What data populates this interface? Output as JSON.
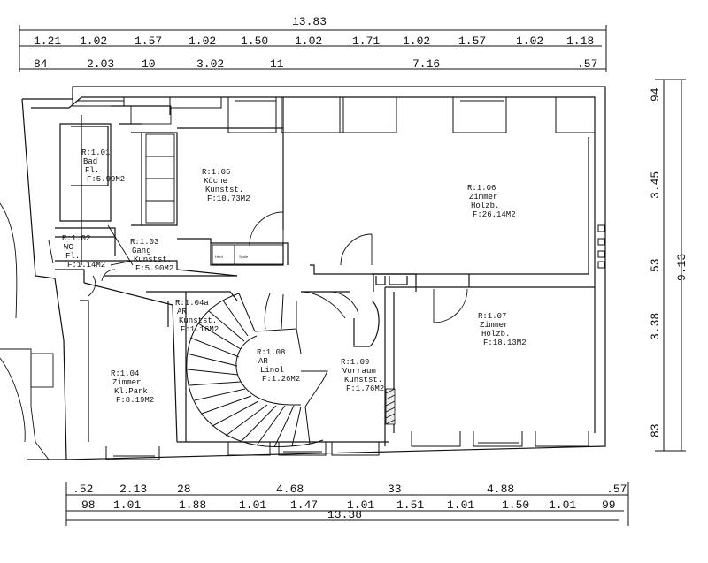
{
  "top_dimensions": {
    "total": "13.83",
    "row1": [
      "1.21",
      "1.02",
      "1.57",
      "1.02",
      "1.50",
      "1.02",
      "1.71",
      "1.02",
      "1.57",
      "1.02",
      "1.18"
    ],
    "row2": [
      "84",
      "2.03",
      "10",
      "3.02",
      "11",
      "7.16",
      ".57"
    ]
  },
  "bottom_dimensions": {
    "row1": [
      ".52",
      "2.13",
      "28",
      "4.68",
      "33",
      "4.88",
      ".57"
    ],
    "row2": [
      "98",
      "1.01",
      "1.88",
      "1.01",
      "1.47",
      "1.01",
      "1.51",
      "1.01",
      "1.50",
      "1.01",
      "99"
    ],
    "total": "13.38"
  },
  "right_dimensions": {
    "segments": [
      "94",
      "3.45",
      "53",
      "3.38",
      "83"
    ],
    "total": "9.13"
  },
  "rooms": [
    {
      "id": "r101",
      "lines": [
        "R:1.01",
        "Bad",
        "Fl.",
        "F:5.99M2"
      ]
    },
    {
      "id": "r102",
      "lines": [
        "R:1.02",
        "WC",
        "Fl.",
        "F:1.14M2"
      ]
    },
    {
      "id": "r103",
      "lines": [
        "R:1.03",
        "Gang",
        "Kunstst.",
        "F:5.90M2"
      ]
    },
    {
      "id": "r104",
      "lines": [
        "R:1.04",
        "Zimmer",
        "Kl.Park.",
        "F:8.19M2"
      ]
    },
    {
      "id": "r104a",
      "lines": [
        "R:1.04a",
        "AR",
        "Kunstst.",
        "F:1.16M2"
      ]
    },
    {
      "id": "r105",
      "lines": [
        "R:1.05",
        "Küche",
        "Kunstst.",
        "F:10.73M2"
      ]
    },
    {
      "id": "r106",
      "lines": [
        "R:1.06",
        "Zimmer",
        "Holzb.",
        "F:26.14M2"
      ]
    },
    {
      "id": "r107",
      "lines": [
        "R:1.07",
        "Zimmer",
        "Holzb.",
        "F:18.13M2"
      ]
    },
    {
      "id": "r108",
      "lines": [
        "R:1.08",
        "AR",
        "Linol",
        "F:1.26M2"
      ]
    },
    {
      "id": "r109",
      "lines": [
        "R:1.09",
        "Vorraum",
        "Kunstst.",
        "F:1.76M2"
      ]
    }
  ],
  "fixture_labels": [
    "Herd",
    "Spüle"
  ]
}
